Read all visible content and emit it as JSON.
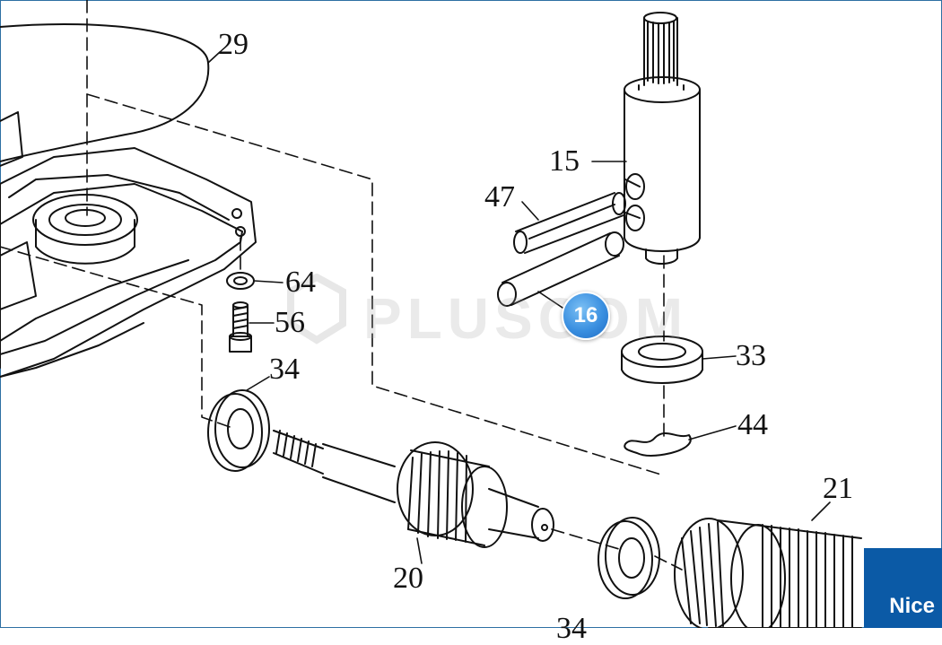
{
  "callouts": {
    "c29": "29",
    "c15": "15",
    "c47": "47",
    "c64": "64",
    "c56": "56",
    "c33": "33",
    "c34a": "34",
    "c44": "44",
    "c21": "21",
    "c20": "20",
    "c34b": "34"
  },
  "highlighted_part": "16",
  "watermark_text": "PLUSCOM",
  "brand_logo": "Nice",
  "colors": {
    "highlight": "#3a8fe0",
    "brand": "#0b5aa6",
    "border": "#2e6fa3"
  }
}
